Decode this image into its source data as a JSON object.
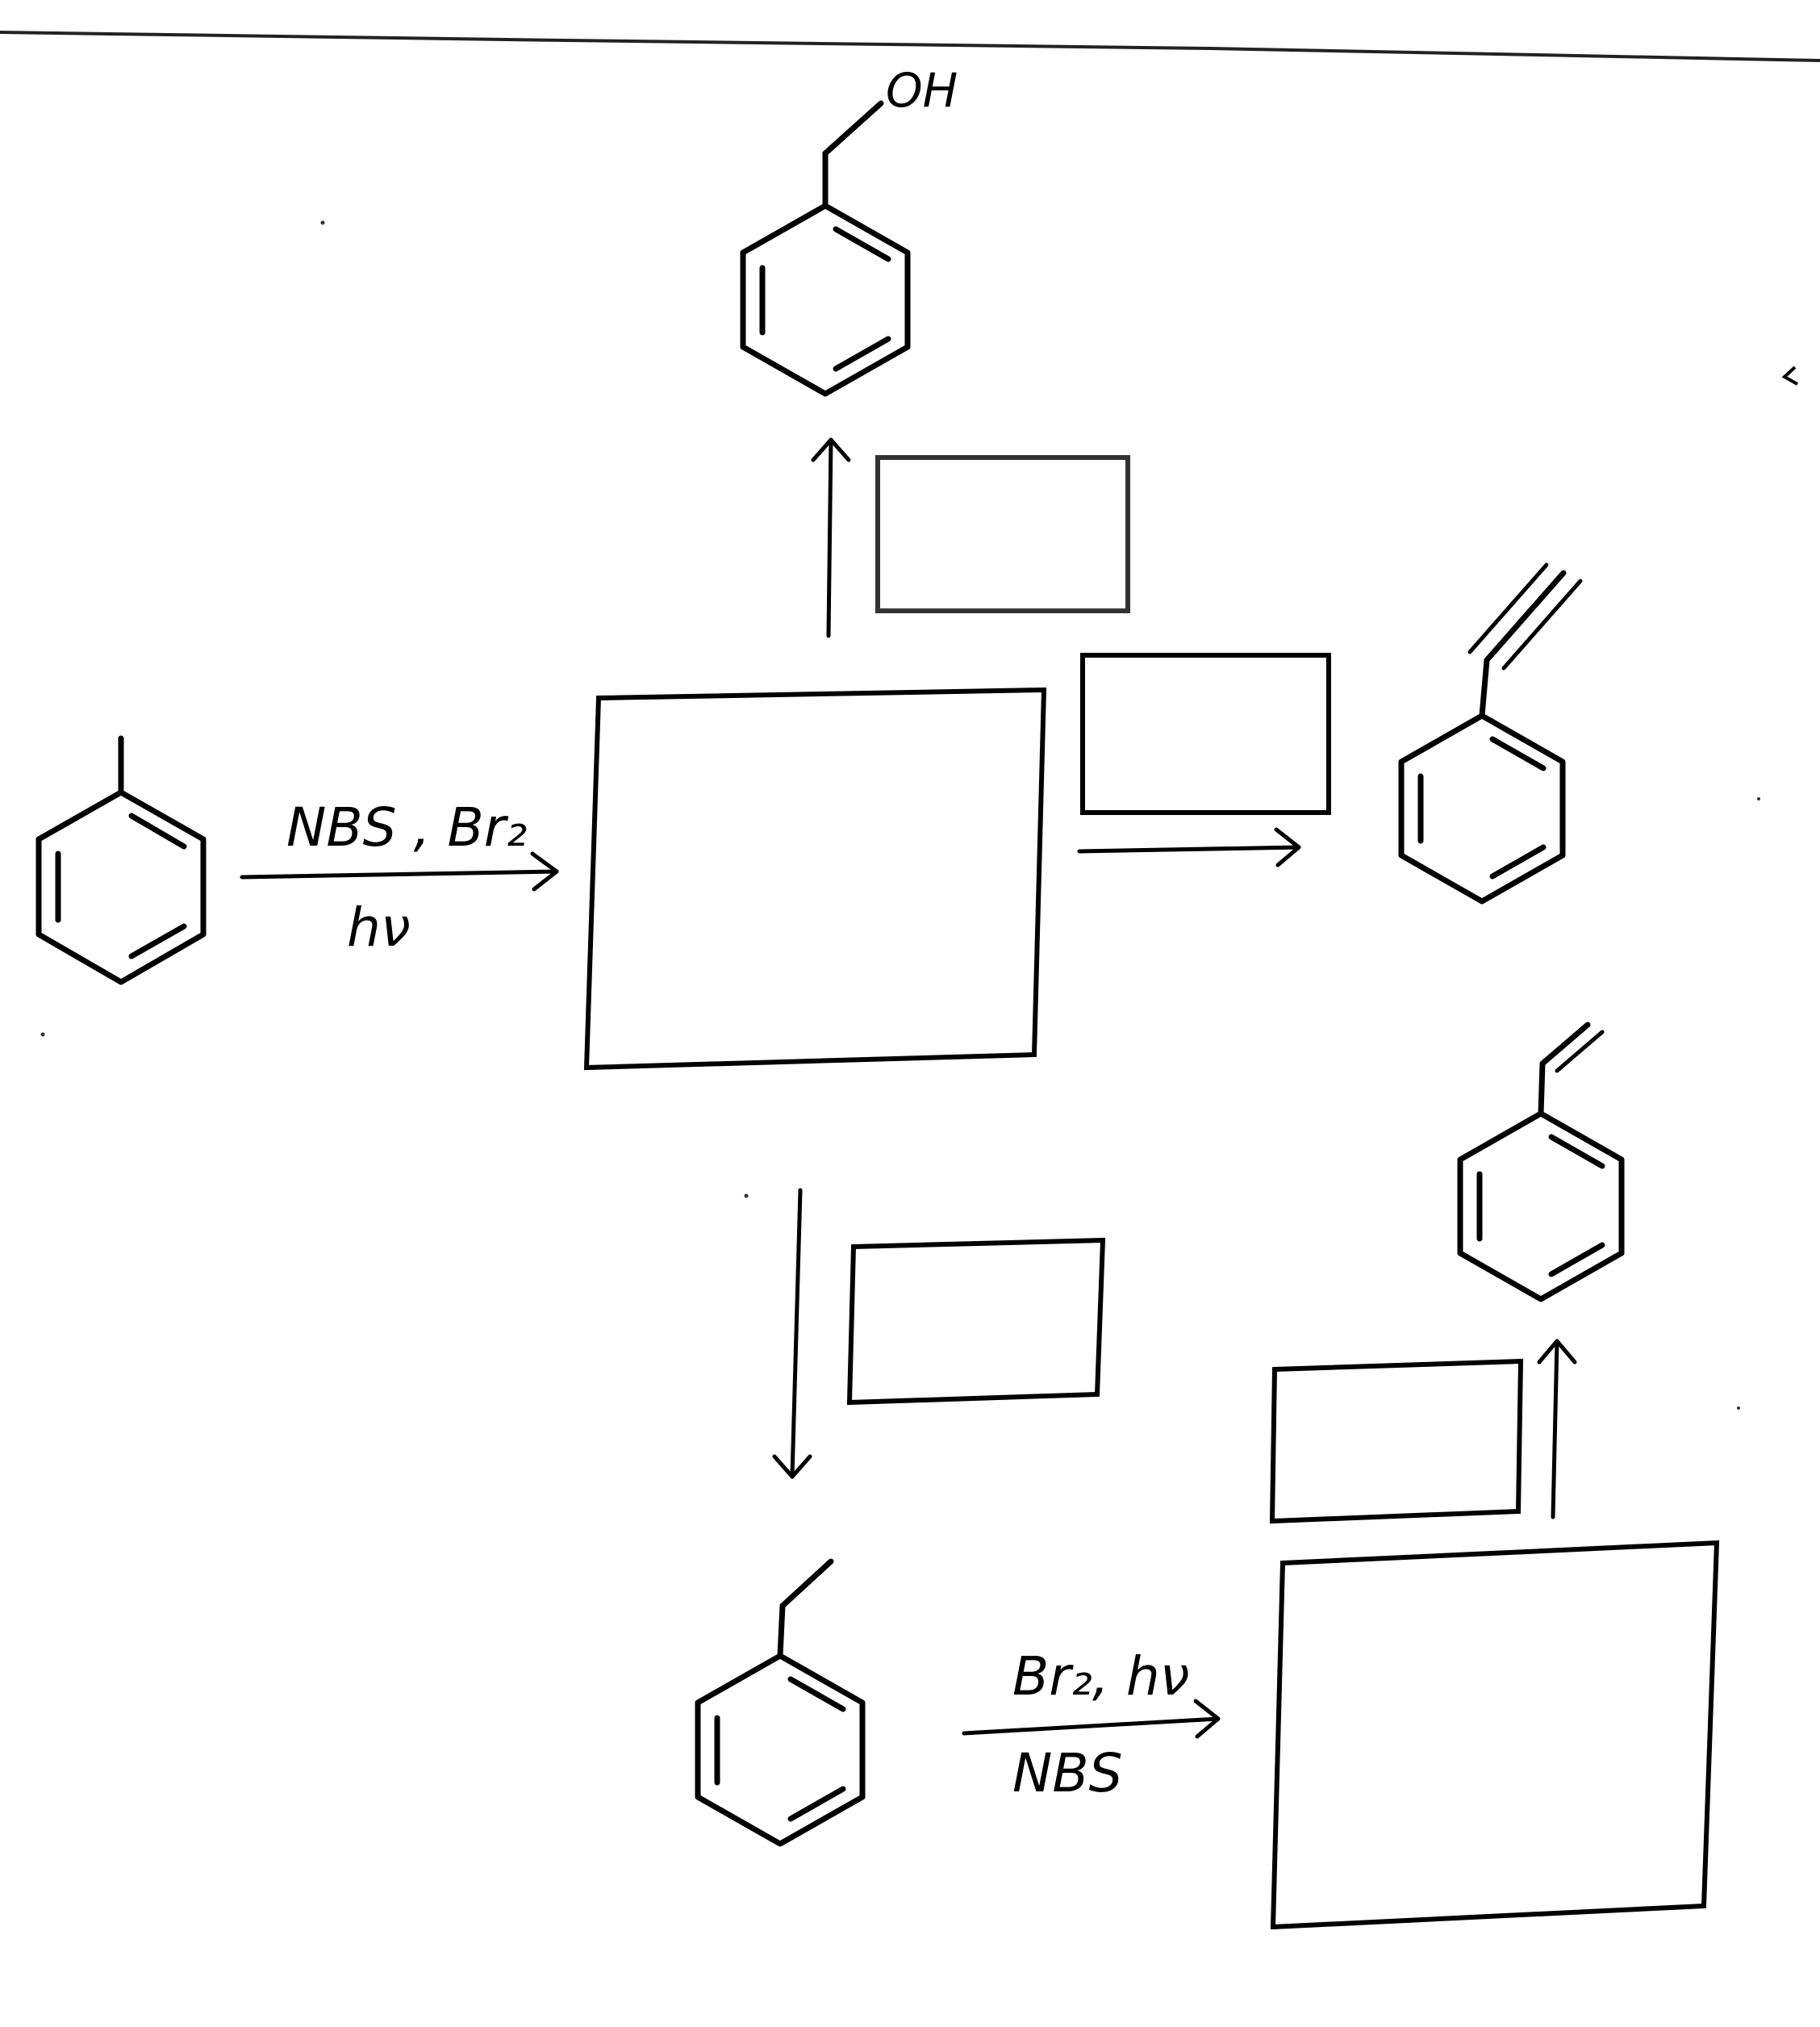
{
  "reagents": {
    "step1_above": "NBS , Br₂",
    "step1_below": "hν",
    "step5_above": "Br₂, hν",
    "step5_below": "NBS"
  },
  "labels": {
    "hydroxyl": "OH"
  },
  "answer_boxes": {
    "intermediate": "",
    "to_alcohol": "",
    "to_alkyne": "",
    "to_ethylbenzene": "",
    "to_styrene": "",
    "bromination_product": ""
  },
  "colors": {
    "ink": "#000000",
    "paper": "#ffffff"
  }
}
